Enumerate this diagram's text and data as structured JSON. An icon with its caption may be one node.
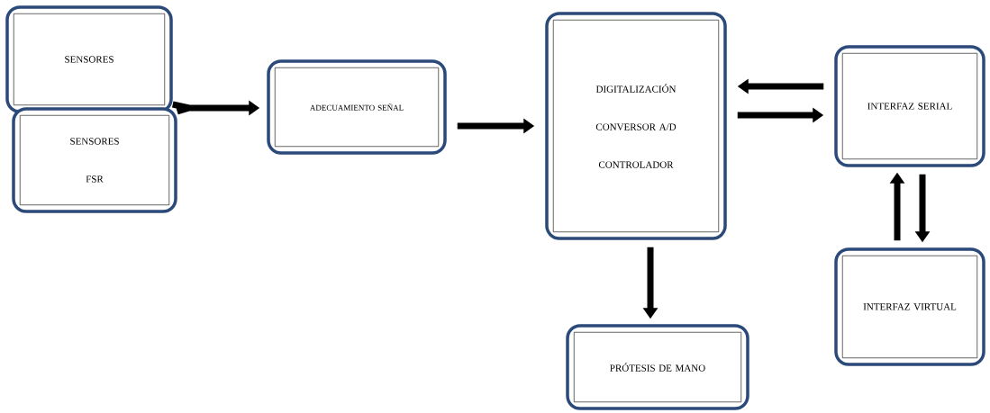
{
  "diagram": {
    "nodes": [
      {
        "text": [
          "SENSORES"
        ]
      },
      {
        "text": [
          "SENSORES",
          "FSR"
        ]
      },
      {
        "text": [
          "ADECUAMIENTO SEÑAL"
        ]
      },
      {
        "text": [
          "DIGITALIZACIÓN",
          "CONVERSOR A/D",
          "CONTROLADOR"
        ]
      },
      {
        "text": [
          "INTERFAZ SERIAL"
        ]
      },
      {
        "text": [
          "INTERFAZ VIRTUAL"
        ]
      },
      {
        "text": [
          "PRÓTESIS DE MANO"
        ]
      }
    ],
    "edges": [
      {
        "from": 0,
        "to": 2,
        "arrow": "to"
      },
      {
        "from": 1,
        "to": 2,
        "arrow": "to"
      },
      {
        "from": 2,
        "to": 3,
        "arrow": "to"
      },
      {
        "from": 4,
        "to": 3,
        "arrow": "to"
      },
      {
        "from": 3,
        "to": 4,
        "arrow": "to"
      },
      {
        "from": 5,
        "to": 4,
        "arrow": "to"
      },
      {
        "from": 4,
        "to": 5,
        "arrow": "to"
      },
      {
        "from": 3,
        "to": 6,
        "arrow": "to"
      }
    ]
  }
}
